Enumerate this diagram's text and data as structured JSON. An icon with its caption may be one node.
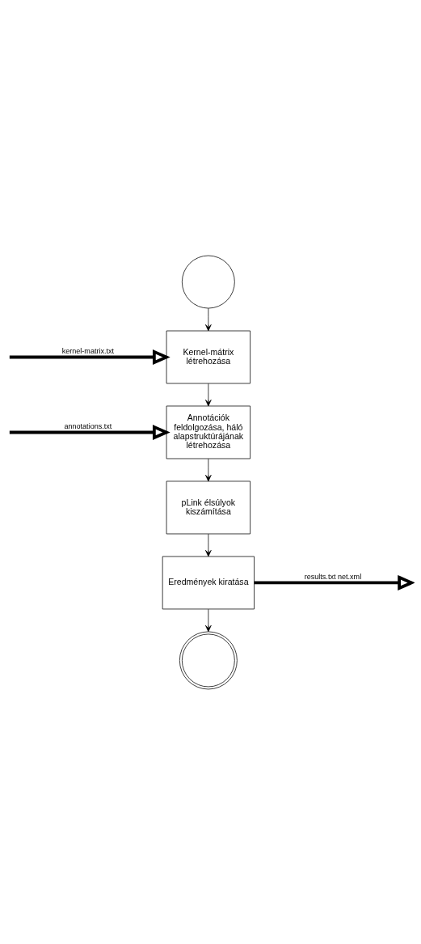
{
  "diagram": {
    "nodes": [
      {
        "text": [],
        "shape": "circle"
      },
      {
        "text": [
          "Kernel-mátrix létrehozása"
        ]
      },
      {
        "text": [
          "Annotációk feldolgozása, háló alapstruktúrájának létrehozása"
        ]
      },
      {
        "text": [
          "pLink élsúlyok kiszámítása"
        ]
      },
      {
        "text": [
          "Eredmények kiratása"
        ]
      },
      {
        "text": [],
        "shape": "doublecircle"
      }
    ],
    "edges": [
      {
        "from": 0,
        "to": 1,
        "arrow": "to"
      },
      {
        "from": 1,
        "to": 2,
        "arrow": "to"
      },
      {
        "from": 2,
        "to": 3,
        "arrow": "to"
      },
      {
        "from": 3,
        "to": 4,
        "arrow": "to"
      },
      {
        "from": 4,
        "to": 5,
        "arrow": "to"
      },
      {
        "from": null,
        "to": 1,
        "arrow": "to",
        "label": "kernel-matrix.txt",
        "style": "thick"
      },
      {
        "from": null,
        "to": 2,
        "arrow": "to",
        "label": "annotations.txt",
        "style": "thick"
      },
      {
        "from": 4,
        "to": null,
        "arrow": "to",
        "label": "results.txt net.xml",
        "style": "thick"
      }
    ]
  }
}
